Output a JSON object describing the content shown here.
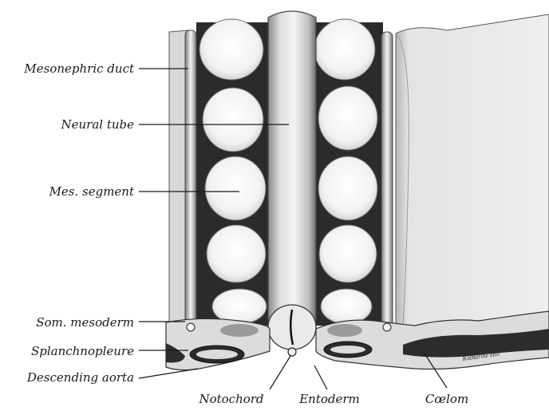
{
  "labels": {
    "mesonephric_duct": "Mesonephric duct",
    "neural_tube": "Neural tube",
    "mes_segment": "Mes. segment",
    "som_mesoderm": "Som. mesoderm",
    "splanchnopleure": "Splanchnopleure",
    "descending_aorta": "Descending aorta",
    "notochord": "Notochord",
    "entoderm": "Entoderm",
    "coelom": "Cœlom"
  },
  "signature": "Katharine Hill",
  "colors": {
    "ink": "#1a1a1a",
    "tissue_light": "#ececec",
    "tissue_mid": "#c9c9c9",
    "tissue_dark": "#303030",
    "segment_highlight": "#f7f7f7"
  }
}
